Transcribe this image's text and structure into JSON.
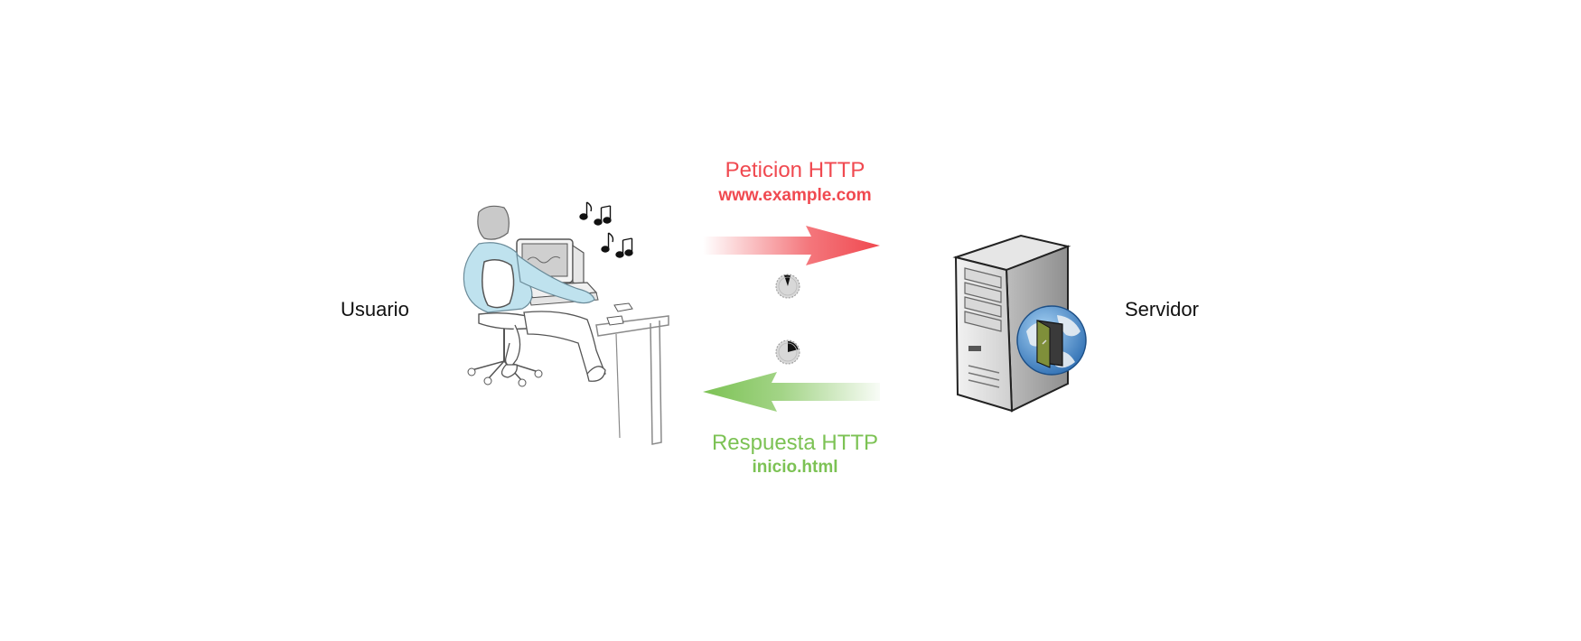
{
  "user": {
    "label": "Usuario"
  },
  "server": {
    "label": "Servidor"
  },
  "request": {
    "title": "Peticion HTTP",
    "detail": "www.example.com",
    "color": "#f04950"
  },
  "response": {
    "title": "Respuesta HTTP",
    "detail": "inicio.html",
    "color": "#7cc254"
  },
  "icons": {
    "user": "person-at-computer-icon",
    "server": "web-server-globe-icon",
    "timer": "timer-icon",
    "music": "music-notes-icon"
  }
}
